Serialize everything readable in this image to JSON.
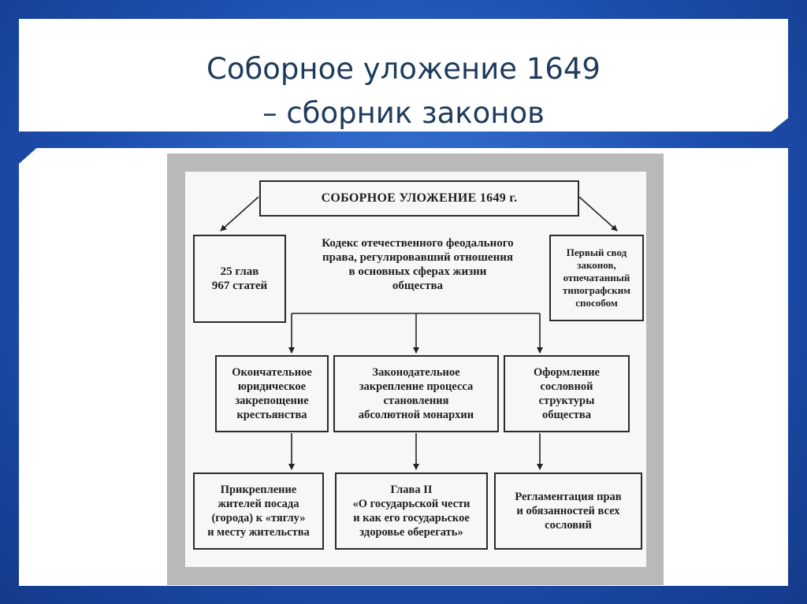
{
  "slide": {
    "title_line1": "Соборное уложение 1649",
    "title_line2": "– сборник законов"
  },
  "diagram": {
    "header": "СОБОРНОЕ УЛОЖЕНИЕ 1649 г.",
    "left_box": "25 глав\n967 статей",
    "center_text": "Кодекс отечественного феодального\nправа, регулировавший отношения\nв основных сферах жизни\nобщества",
    "right_box": "Первый свод\nзаконов,\nотпечатанный\nтипографским\nспособом",
    "mid_boxes": [
      "Окончательное\nюридическое\nзакрепощение\nкрестьянства",
      "Законодательное\nзакрепление процесса\nстановления\nабсолютной монархии",
      "Оформление\nсословной\nструктуры\nобщества"
    ],
    "bottom_boxes": [
      "Прикрепление\nжителей посада\n(города) к «тяглу»\nи месту жительства",
      "Глава II\n«О государьской чести\nи как его государьское\nздоровье оберегать»",
      "Регламентация прав\nи обязанностей всех\nсословий"
    ]
  }
}
